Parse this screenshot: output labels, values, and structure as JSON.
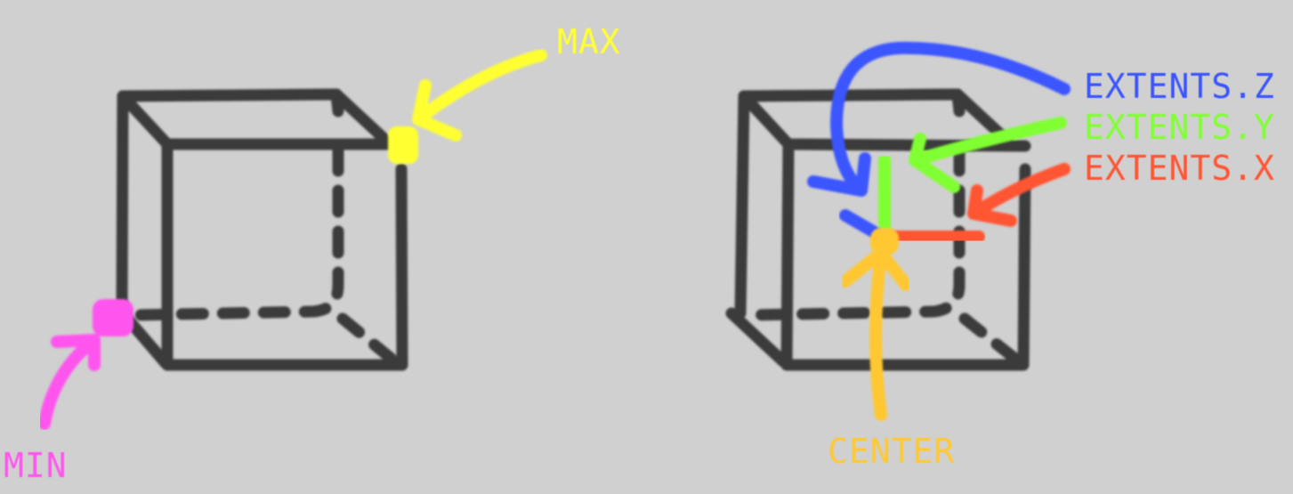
{
  "colors": {
    "background": "#d0d0d0",
    "outline": "#3a3a3a",
    "min": "#ff55ee",
    "max": "#ffff33",
    "extents_z": "#3a55ff",
    "extents_y": "#80ff33",
    "extents_x": "#ff5533",
    "center": "#ffc833"
  },
  "left_box": {
    "min_label": "MIN",
    "max_label": "MAX"
  },
  "right_box": {
    "extents_z_label": "EXTENTS.Z",
    "extents_y_label": "EXTENTS.Y",
    "extents_x_label": "EXTENTS.X",
    "center_label": "CENTER"
  }
}
